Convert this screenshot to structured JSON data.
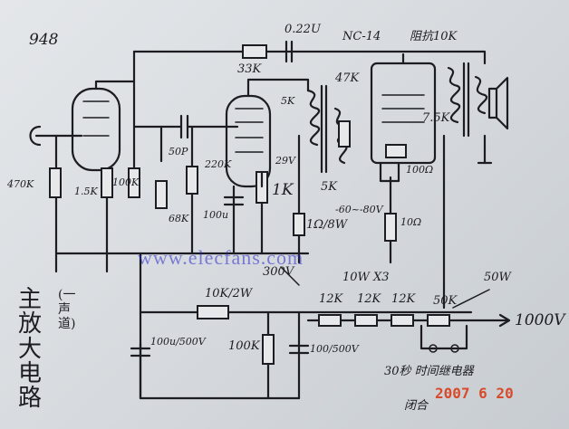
{
  "labels": {
    "page_no": "948",
    "cap_022u": "0.22U",
    "res_33k": "33K",
    "tube_nc14": "NC-14",
    "bias_10k": "阻抗10K",
    "res_470k": "470K",
    "res_15k": "1.5K",
    "res_100k_a": "100K",
    "cap_50p": "50P",
    "res_68k": "68K",
    "res_220k": "220K",
    "cap_100u": "100u",
    "res_5k_top": "5K",
    "volt_29v": "29V",
    "res_1k": "1K",
    "res_47k": "47K",
    "res_5k_mid": "5K",
    "volt_neg": "-60~-80V",
    "res_75k": "7.5K",
    "res_100ohm": "100Ω",
    "res_10ohm": "10Ω",
    "res_1ohm_8w": "1Ω/8W",
    "volt_300v": "300V",
    "res_10w_x3": "10W X3",
    "res_10k_2w": "10K/2W",
    "res_12k_1": "12K",
    "res_12k_2": "12K",
    "res_12k_3": "12K",
    "res_50k": "50K",
    "res_50w": "50W",
    "volt_1000v": "1000V",
    "cap_100u_500v_a": "100u/500V",
    "res_100k_b": "100K",
    "cap_100u_500v_b": "100/500V",
    "relay_note": "30秒 时间继电器",
    "relay_close": "闭合",
    "title_main": "主放大电路",
    "title_sub": "(一声道)"
  },
  "watermark": "www.elecfans.com",
  "date_stamp": "2007 6 20",
  "colors": {
    "ink": "#1c1c22",
    "paper": "#dadee2",
    "watermark": "#2828c8",
    "date": "#d84a2a"
  }
}
